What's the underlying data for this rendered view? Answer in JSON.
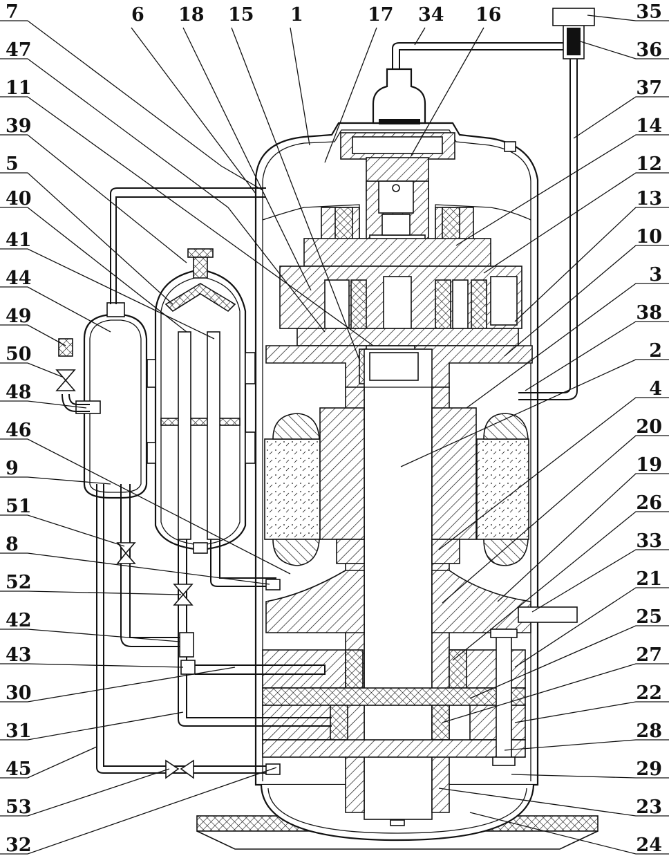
{
  "labels_left": [
    "7",
    "47",
    "11",
    "39",
    "5",
    "40",
    "41",
    "44",
    "49",
    "50",
    "48",
    "46",
    "9",
    "51",
    "8",
    "52",
    "42",
    "43",
    "30",
    "31",
    "45",
    "53",
    "32"
  ],
  "labels_top": [
    "6",
    "18",
    "15",
    "1",
    "17",
    "34",
    "16"
  ],
  "labels_right": [
    "35",
    "36",
    "37",
    "14",
    "12",
    "13",
    "10",
    "3",
    "38",
    "2",
    "4",
    "20",
    "19",
    "26",
    "33",
    "21",
    "25",
    "27",
    "22",
    "28",
    "29",
    "23",
    "24"
  ]
}
